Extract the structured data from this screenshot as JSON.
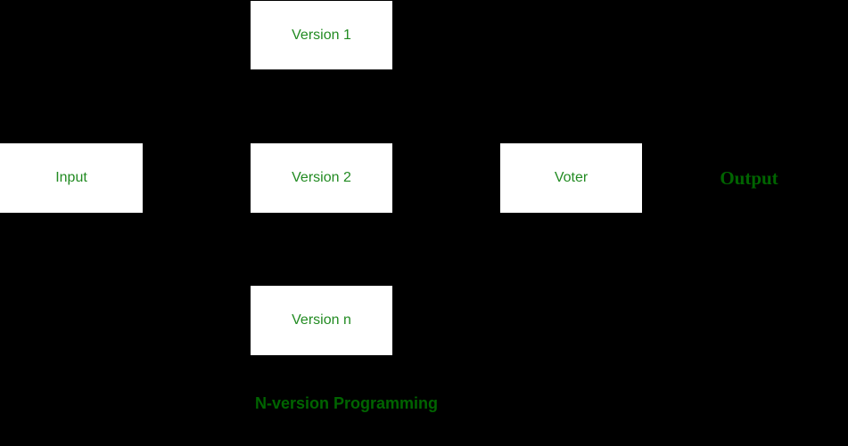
{
  "diagram": {
    "caption": "N-version Programming",
    "colors": {
      "background": "#000000",
      "box_background": "#ffffff",
      "box_label_green": "#228B22",
      "dark_green": "#006400"
    },
    "nodes": {
      "input": {
        "label": "Input"
      },
      "version1": {
        "label": "Version 1"
      },
      "version2": {
        "label": "Version 2"
      },
      "versionn": {
        "label": "Version n"
      },
      "voter": {
        "label": "Voter"
      }
    },
    "output": {
      "label": "Output"
    }
  }
}
